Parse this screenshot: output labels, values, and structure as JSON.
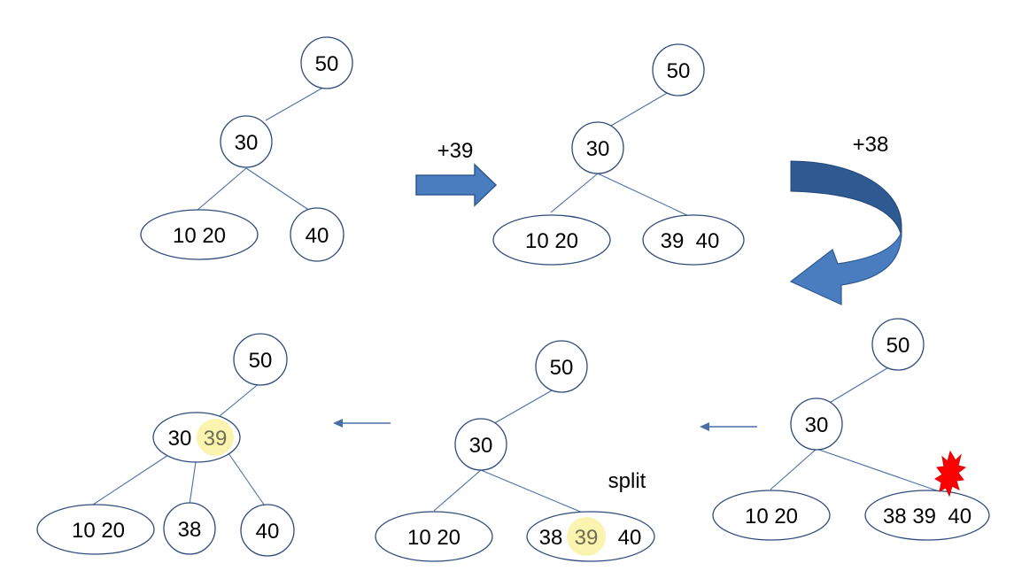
{
  "colors": {
    "node_stroke": "#2f4b7c",
    "edge": "#4a6fa5",
    "arrow_fill": "#4a7cc0",
    "arrow_dark": "#2e5a91",
    "highlight": "#fbf3b0",
    "burst": "#ff0000"
  },
  "labels": {
    "step1": "+39",
    "step2": "+38",
    "split": "split"
  },
  "tree1": {
    "root": "50",
    "mid": "30",
    "left": "10 20",
    "right": "40"
  },
  "tree2": {
    "root": "50",
    "mid": "30",
    "left": "10 20",
    "right": "39  40"
  },
  "tree3": {
    "root": "50",
    "mid": "30",
    "left": "10 20",
    "right": "38 39  40"
  },
  "tree4": {
    "root": "50",
    "mid": "30",
    "left": "10 20",
    "right_a": "38",
    "right_b": "39",
    "right_c": "40"
  },
  "tree5": {
    "root": "50",
    "mid_a": "30",
    "mid_b": "39",
    "left": "10 20",
    "middle": "38",
    "right": "40"
  },
  "icons": {
    "step1_arrow": "right-block-arrow-icon",
    "step2_arrow": "curved-down-arrow-icon",
    "overflow": "red-burst-icon",
    "back_arrow": "left-arrow-icon"
  }
}
